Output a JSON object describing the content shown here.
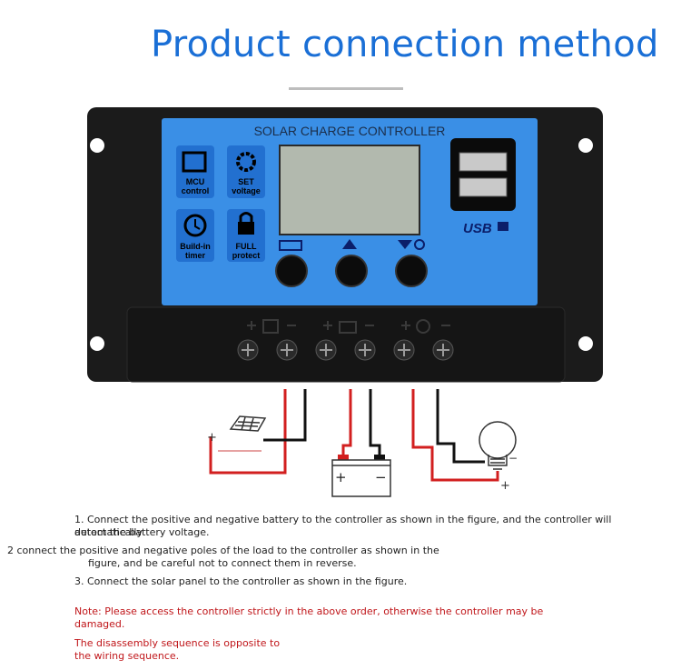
{
  "headline": "Product connection method",
  "controller": {
    "title": "SOLAR CHARGE CONTROLLER",
    "badges": [
      {
        "line1": "MCU",
        "line2": "control"
      },
      {
        "line1": "SET",
        "line2": "voltage"
      },
      {
        "line1": "Build-in",
        "line2": "timer"
      },
      {
        "line1": "FULL",
        "line2": "protect"
      }
    ],
    "usb_label": "USB"
  },
  "instructions": {
    "step1_line1": "1. Connect the positive and negative battery to the controller as shown in the figure, and the controller will automatically",
    "step1_line2": "detect the battery voltage.",
    "step2_line1": "2 connect the positive and negative poles of the load to the controller as shown in the",
    "step2_line2": "figure, and be careful not to connect them in reverse.",
    "step3": "3. Connect the solar panel to the controller as shown in the figure.",
    "note_line1": "Note: Please access the controller strictly in the above order, otherwise the controller may be",
    "note_line2": "damaged.",
    "disassembly_line1": "The disassembly sequence is opposite to",
    "disassembly_line2": "the wiring sequence."
  },
  "colors": {
    "headline": "#1a6fd6",
    "panel_blue": "#3a8fe6",
    "housing": "#1b1b1b",
    "wire_red": "#d21f1f",
    "wire_black": "#111111",
    "note_red": "#c0161a"
  }
}
